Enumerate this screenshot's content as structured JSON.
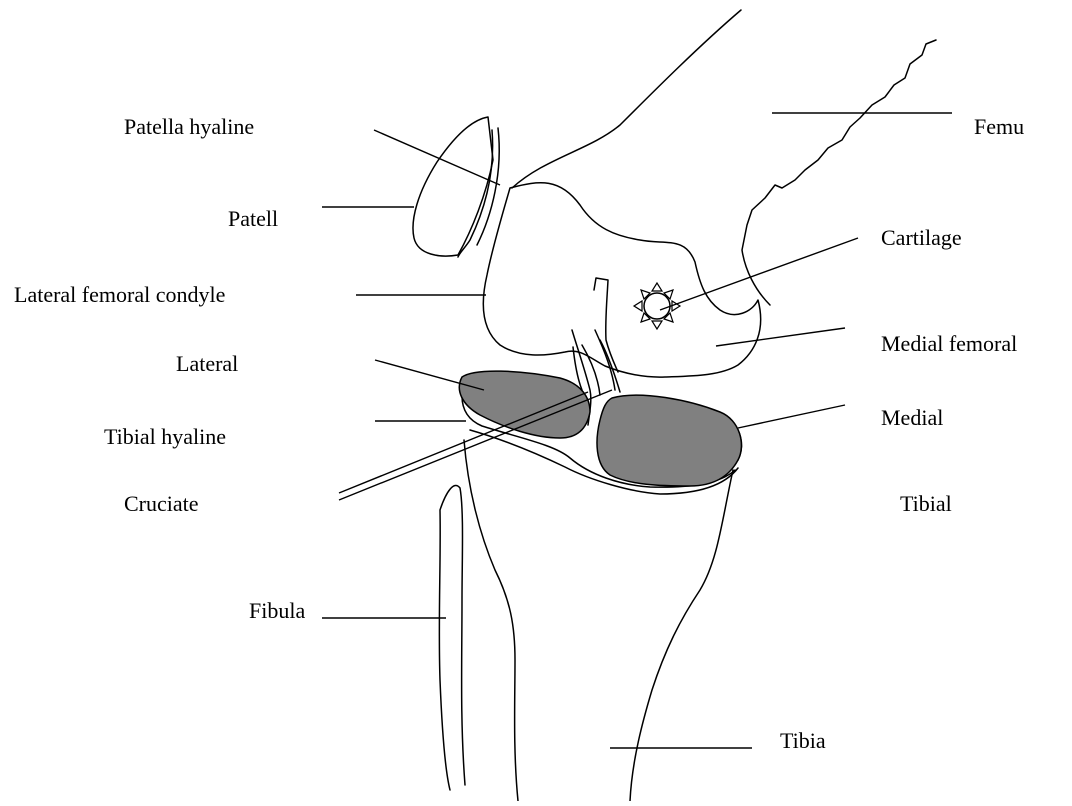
{
  "colors": {
    "background": "#ffffff",
    "ink": "#000000",
    "meniscus_fill": "#808080"
  },
  "labels": {
    "patella_hyaline": "Patella hyaline",
    "femur": "Femu",
    "patella": "Patell",
    "cartilage": "Cartilage",
    "lateral_femoral_condyle": "Lateral femoral condyle",
    "lateral": "Lateral",
    "medial_femoral": "Medial femoral",
    "tibial_hyaline": "Tibial hyaline",
    "medial": "Medial",
    "cruciate": "Cruciate",
    "tibial": "Tibial",
    "fibula": "Fibula",
    "tibia": "Tibia"
  },
  "icons": {
    "cartilage_marker": "sun-icon"
  }
}
